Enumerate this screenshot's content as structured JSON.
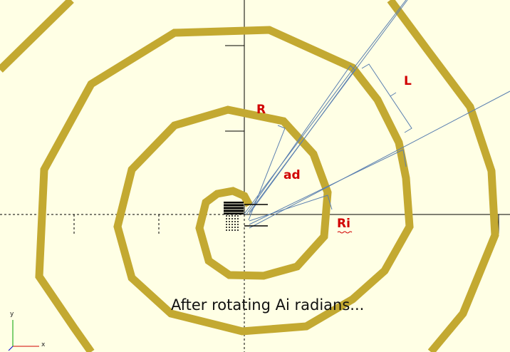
{
  "colors": {
    "background": "#ffffe5",
    "spiral": "#c3a931",
    "guide_lines": "#5a7fb0",
    "labels": "#d10000",
    "axes": "#000000"
  },
  "labels": {
    "R": "R",
    "ad": "ad",
    "L": "L",
    "Ri": "Ri"
  },
  "caption": "After rotating Ai radians...",
  "axis_indicator": {
    "x": "x",
    "y": "y"
  }
}
